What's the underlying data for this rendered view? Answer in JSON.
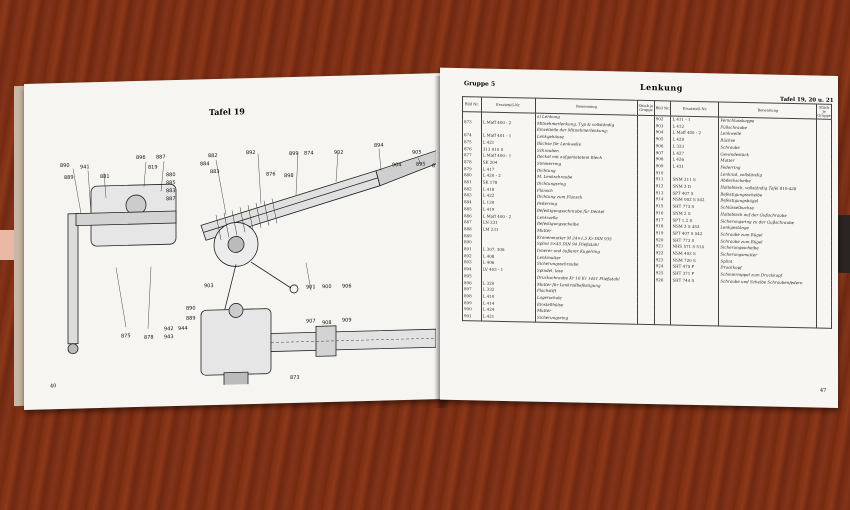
{
  "left_page": {
    "plate_title": "Tafel 19",
    "page_number": "40",
    "callouts_top_row": [
      "890",
      "941",
      "889",
      "881",
      "896",
      "887",
      "819",
      "880",
      "885",
      "883",
      "887",
      "882",
      "884",
      "883",
      "892",
      "876",
      "898",
      "899",
      "874",
      "902",
      "894",
      "904",
      "905",
      "895",
      "876",
      "811"
    ],
    "callouts_bottom_row": [
      "875",
      "878",
      "942",
      "943",
      "944",
      "889",
      "890",
      "903",
      "901",
      "900",
      "906"
    ],
    "callouts_lower_view": [
      "907",
      "908",
      "909",
      "873"
    ]
  },
  "right_page": {
    "group": "Gruppe 5",
    "section_title": "Lenkung",
    "plate_ref": "Tafel 19, 20 u. 21",
    "page_number": "47",
    "headers": {
      "nr": "Bild Nr.",
      "ersatzteil": "Ersatzteil-Nr.",
      "benennung": "Benennung",
      "stueck": "Stück je Gruppe"
    },
    "rows_left": [
      {
        "nr": "",
        "ers": "",
        "ben": "a) Lenkung"
      },
      {
        "nr": "873",
        "ers": "L Maff 400 - 2",
        "ben": "Mitnehmerlenkung, Typ & vollständig"
      },
      {
        "nr": "",
        "ers": "",
        "ben": "Einzelteile der Mitnehmerlenkung:"
      },
      {
        "nr": "874",
        "ers": "L Maff 401 - 1",
        "ben": "Lenkgehäuse"
      },
      {
        "nr": "875",
        "ers": "L 421",
        "ben": "Büchse für Lenkwelle"
      },
      {
        "nr": "876",
        "ers": "313 015 S",
        "ben": "Schrauben"
      },
      {
        "nr": "877",
        "ers": "L Maff 400 - 1",
        "ben": "Deckel mit aufgenietetem Blech"
      },
      {
        "nr": "878",
        "ers": "SK 204",
        "ben": "Simmerring"
      },
      {
        "nr": "879",
        "ers": "L 417",
        "ben": "Dichtung"
      },
      {
        "nr": "880",
        "ers": "L 420 - 2",
        "ben": "M. Lenkschraube"
      },
      {
        "nr": "881",
        "ers": "SK 178",
        "ben": "Dichtungsring"
      },
      {
        "nr": "882",
        "ers": "L 418",
        "ben": "Flansch"
      },
      {
        "nr": "883",
        "ers": "L 422",
        "ben": "Dichtung zum Flansch"
      },
      {
        "nr": "884",
        "ers": "L 120",
        "ben": "Federring"
      },
      {
        "nr": "885",
        "ers": "L 419",
        "ben": "Befestigungsschraube für Deckel"
      },
      {
        "nr": "886",
        "ers": "L Maff 400 - 2",
        "ben": "Lenkwelle"
      },
      {
        "nr": "887",
        "ers": "LN 231",
        "ben": "Befestigungsscheibe"
      },
      {
        "nr": "888",
        "ers": "LM 231",
        "ben": "Mutter"
      },
      {
        "nr": "889",
        "ers": "",
        "ben": "Kronenmutter M 24×1,5 Kr DIN 935"
      },
      {
        "nr": "890",
        "ers": "",
        "ben": "Splint 5×45 DIN 94 Fließstahl"
      },
      {
        "nr": "891",
        "ers": "L 307, 308",
        "ben": "Innerer und äußerer Kugelring"
      },
      {
        "nr": "892",
        "ers": "L 408",
        "ben": "Lenkmutter"
      },
      {
        "nr": "893",
        "ers": "L 406",
        "ben": "Sicherungsschraube"
      },
      {
        "nr": "894",
        "ers": "LV 403 - 1",
        "ben": "Spindel, lose"
      },
      {
        "nr": "895",
        "ers": "",
        "ben": "Druckschraube Kr 16 Kr 1451 Fließstahl"
      },
      {
        "nr": "896",
        "ers": "L 320",
        "ben": "Mutter für Lenkradbefestigung"
      },
      {
        "nr": "897",
        "ers": "L 332",
        "ben": "Flachstift"
      },
      {
        "nr": "898",
        "ers": "L 410",
        "ben": "Lagerschale"
      },
      {
        "nr": "899",
        "ers": "L 414",
        "ben": "Einstellhülse"
      },
      {
        "nr": "900",
        "ers": "L 424",
        "ben": "Mutter"
      },
      {
        "nr": "901",
        "ers": "L 421",
        "ben": "Sicherungsring"
      }
    ],
    "rows_right": [
      {
        "nr": "902",
        "ers": "L 411 - 1",
        "ben": "Verschlusskappe"
      },
      {
        "nr": "903",
        "ers": "L 412",
        "ben": "Füllschraube"
      },
      {
        "nr": "904",
        "ers": "L Maff 405 - 2",
        "ben": "Lenkwelle"
      },
      {
        "nr": "905",
        "ers": "L 428",
        "ben": "Büchse"
      },
      {
        "nr": "906",
        "ers": "L 333",
        "ben": "Schraube"
      },
      {
        "nr": "907",
        "ers": "L 427",
        "ben": "Gewindestück"
      },
      {
        "nr": "908",
        "ers": "L 426",
        "ben": "Mutter"
      },
      {
        "nr": "909",
        "ers": "L 431",
        "ben": "Federring"
      },
      {
        "nr": "910",
        "ers": "",
        "ben": "Lenkrad, vollständig"
      },
      {
        "nr": "911",
        "ers": "SNM 211 S",
        "ben": "Abdeckscheibe"
      },
      {
        "nr": "912",
        "ers": "SNM 2 D",
        "ben": "Halteblech, vollständig Tafel 810-428"
      },
      {
        "nr": "913",
        "ers": "SPT 407 S",
        "ben": "Befestigungsscheibe"
      },
      {
        "nr": "914",
        "ers": "NSM 002 S 542",
        "ben": "Befestigungsbügel"
      },
      {
        "nr": "915",
        "ers": "SHT 773 S",
        "ben": "Schlüsselbuchse"
      },
      {
        "nr": "916",
        "ers": "SNM 2 S",
        "ben": "Halteblech auf der Gußschraube"
      },
      {
        "nr": "917",
        "ers": "SPT 1,2 S",
        "ben": "Sicherungsring zu der Gußschraube"
      },
      {
        "nr": "918",
        "ers": "NSM 2 S 452",
        "ben": "Lenkgestänge"
      },
      {
        "nr": "919",
        "ers": "SPT 407 S 542",
        "ben": "Schraube zum Bügel"
      },
      {
        "nr": "920",
        "ers": "SHT 773 S",
        "ben": "Schraube zum Bügel"
      },
      {
        "nr": "921",
        "ers": "NHS 571 S 514",
        "ben": "Sicherungsscheibe"
      },
      {
        "nr": "922",
        "ers": "NSM 403 S",
        "ben": "Sicherungsmutter"
      },
      {
        "nr": "923",
        "ers": "NSM 720 S",
        "ben": "Splint"
      },
      {
        "nr": "924",
        "ers": "SHT 475 P",
        "ben": "Druckkopf"
      },
      {
        "nr": "925",
        "ers": "SHT 371 P",
        "ben": "Schmiernippel zum Druckkopf"
      },
      {
        "nr": "926",
        "ers": "SHT 744 S",
        "ben": "Schraube und Scheibe Schraubenfedern"
      }
    ]
  }
}
